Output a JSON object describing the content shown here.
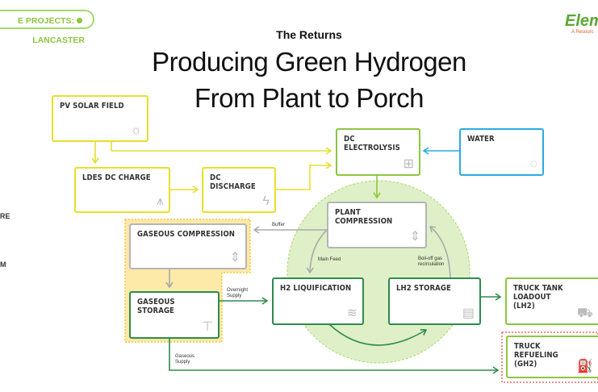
{
  "header": {
    "pill_text_before": "E PROJECTS:",
    "pill_text_after": "LANCASTER",
    "kicker": "The Returns",
    "title_line1": "Producing Green Hydrogen",
    "title_line2": "From Plant to Porch",
    "logo_text": "Elem",
    "logo_sub": "A Resourc"
  },
  "left_fragments": [
    "RE",
    "M"
  ],
  "nodes": {
    "pv_solar": {
      "label": "PV SOLAR FIELD",
      "icon": "solar-panel-icon"
    },
    "ldes_charge": {
      "label": "LDES DC CHARGE",
      "icon": "power-tower-icon"
    },
    "dc_discharge": {
      "label": "DC DISCHARGE",
      "icon": "lightning-icon"
    },
    "dc_electrolysis": {
      "label": "DC ELECTROLYSIS",
      "icon": "electrolyzer-icon"
    },
    "water": {
      "label": "WATER",
      "icon": "water-drops-icon"
    },
    "plant_compression": {
      "label": "PLANT COMPRESSION",
      "icon": "compression-icon"
    },
    "gaseous_compression": {
      "label": "GASEOUS COMPRESSION",
      "icon": "compression-icon"
    },
    "gaseous_storage": {
      "label": "GASEOUS STORAGE",
      "icon": "pipe-valve-icon"
    },
    "h2_liquification": {
      "label": "H2 LIQUIFICATION",
      "icon": "liquid-waves-icon"
    },
    "lh2_storage": {
      "label": "LH2 STORAGE",
      "icon": "tanks-icon"
    },
    "truck_loadout": {
      "label": "TRUCK TANK LOADOUT (LH2)",
      "icon": "tanker-truck-icon"
    },
    "truck_refueling": {
      "label": "TRUCK REFUELING (GH2)",
      "icon": "fuel-pump-icon"
    }
  },
  "edge_labels": {
    "buffer": "Buffer",
    "main_feed": "Main Feed",
    "boil_off": "Boil-off gas recirculation",
    "overnight": "Overnight Supply",
    "gaseous_supply": "Gaseous Supply"
  },
  "colors": {
    "solar_yellow": "#e6e02a",
    "green": "#8dc63f",
    "dark_green": "#2e8b4e",
    "water_blue": "#29abe2",
    "gray": "#b5b5b5",
    "buffer_zone": "#fde9a8",
    "plant_circle": "#dff0c8",
    "refuel_highlight": "#f26b5b"
  }
}
